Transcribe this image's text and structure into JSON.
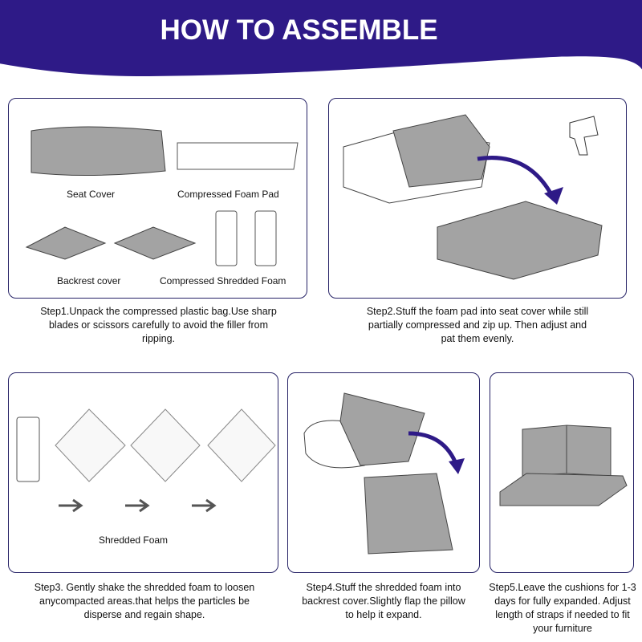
{
  "header": {
    "title": "HOW TO ASSEMBLE",
    "color": "#2e1a87"
  },
  "step1": {
    "labels": [
      "Seat Cover",
      "Compressed Foam Pad",
      "Backrest cover",
      "Compressed Shredded Foam"
    ],
    "caption": "Step1.Unpack the compressed plastic bag.Use sharp blades or scissors carefully to avoid the filler from ripping."
  },
  "step2": {
    "caption": "Step2.Stuff the foam pad into seat cover while still partially compressed and zip up. Then adjust and pat them evenly."
  },
  "step3": {
    "label": "Shredded Foam",
    "caption": "Step3. Gently shake the shredded foam to loosen anycompacted areas.that helps the particles be disperse and regain shape."
  },
  "step4": {
    "caption": "Step4.Stuff the shredded foam into backrest cover.Slightly flap the pillow to help it expand."
  },
  "step5": {
    "caption": "Step5.Leave the cushions for 1-3 days for fully expanded. Adjust length of straps if needed to fit your furniture"
  },
  "colors": {
    "border": "#262266",
    "gray": "#a3a3a3",
    "arrow": "#2e1a87"
  }
}
